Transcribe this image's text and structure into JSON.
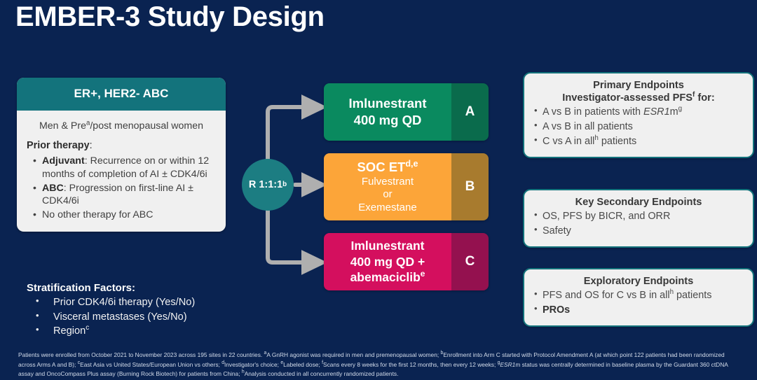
{
  "slide": {
    "title": "EMBER-3 Study Design",
    "background_color": "#0A2351"
  },
  "population": {
    "header": "ER+, HER2- ABC",
    "header_color": "#13737C",
    "intro_line1": "Men & Pre",
    "intro_sup": "a",
    "intro_line2": "/post menopausal women",
    "prior_therapy_label": "Prior therapy",
    "prior_therapy_colon": ":",
    "items": [
      {
        "bold": "Adjuvant",
        "text": ": Recurrence on or within 12 months of completion of AI ± CDK4/6i"
      },
      {
        "bold": "ABC",
        "text": ": Progression on first-line AI ± CDK4/6i"
      },
      {
        "bold": "",
        "text": "No other therapy for ABC"
      }
    ]
  },
  "stratification": {
    "title": "Stratification Factors:",
    "items": [
      "Prior CDK4/6i therapy (Yes/No)",
      "Visceral metastases (Yes/No)",
      "Region"
    ],
    "region_sup": "c"
  },
  "randomization": {
    "label": "R 1:1:1",
    "sup": "b",
    "color": "#1C7D82"
  },
  "arms": [
    {
      "letter": "A",
      "line1": "Imlunestrant",
      "line2": "400 mg QD",
      "sup": "",
      "color": "#0A8A5F",
      "letter_color": "#0A6B4C"
    },
    {
      "letter": "B",
      "line1": "SOC ET",
      "sup": "d,e",
      "sub1": "Fulvestrant",
      "sub2": "or",
      "sub3": "Exemestane",
      "color": "#FCA539",
      "letter_color": "#A87B2E"
    },
    {
      "letter": "C",
      "line1": "Imlunestrant",
      "line2": "400 mg QD +",
      "line3": "abemaciclib",
      "sup": "e",
      "color": "#D40F5E",
      "letter_color": "#94114F"
    }
  ],
  "endpoints": {
    "primary": {
      "title": "Primary Endpoints",
      "subtitle_pre": "Investigator-assessed PFS",
      "subtitle_sup": "f",
      "subtitle_post": " for:",
      "items": [
        {
          "pre": "A vs B in patients with ",
          "italic": "ESR1",
          "mid": "m",
          "sup": "g",
          "post": ""
        },
        {
          "pre": "A vs B in all patients",
          "italic": "",
          "mid": "",
          "sup": "",
          "post": ""
        },
        {
          "pre": "C vs A in all",
          "italic": "",
          "mid": "",
          "sup": "h",
          "post": " patients"
        }
      ]
    },
    "secondary": {
      "title": "Key Secondary Endpoints",
      "items": [
        "OS, PFS by BICR, and ORR",
        "Safety"
      ]
    },
    "exploratory": {
      "title": "Exploratory Endpoints",
      "item1_pre": "PFS and OS for C vs B in all",
      "item1_sup": "h",
      "item1_post": " patients",
      "item2_bold": "PROs"
    }
  },
  "footnotes": {
    "intro": "Patients were enrolled from October 2021 to November 2023 across 195 sites in 22 countries. ",
    "a_sup": "a",
    "a_text": "A GnRH agonist was required in men and premenopausal women; ",
    "b_sup": "b",
    "b_text": "Enrollment into Arm C started with Protocol Amendment A (at which point 122 patients had been randomized across Arms A and B); ",
    "c_sup": "c",
    "c_text": "East Asia vs United States/European Union vs others; ",
    "d_sup": "d",
    "d_text": "Investigator's choice; ",
    "e_sup": "e",
    "e_text": "Labeled dose; ",
    "f_sup": "f",
    "f_text": "Scans every 8 weeks for the first 12 months, then every 12 weeks; ",
    "g_sup": "g",
    "g_italic": "ESR1",
    "g_text": "m status was centrally determined in baseline plasma by the Guardant 360 ctDNA assay and OncoCompass Plus assay (Burning Rock Biotech) for patients from China; ",
    "h_sup": "h",
    "h_text": "Analysis conducted in all concurrently randomized patients."
  }
}
